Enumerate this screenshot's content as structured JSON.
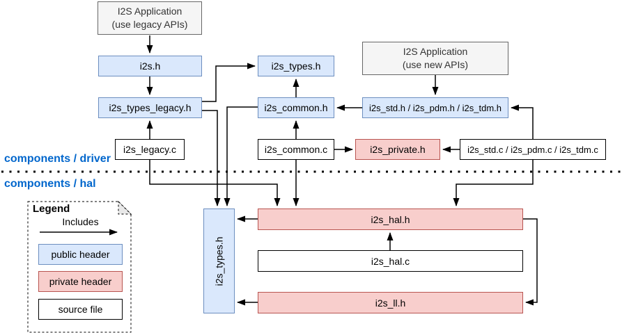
{
  "diagram": {
    "sections": {
      "driver_label": "components / driver",
      "hal_label": "components / hal"
    },
    "nodes": {
      "app_legacy": {
        "line1": "I2S Application",
        "line2": "(use legacy APIs)",
        "type": "application"
      },
      "i2s_h": {
        "label": "i2s.h",
        "type": "public header"
      },
      "i2s_types_legacy_h": {
        "label": "i2s_types_legacy.h",
        "type": "public header"
      },
      "i2s_legacy_c": {
        "label": "i2s_legacy.c",
        "type": "source file"
      },
      "i2s_types_h_driver": {
        "label": "i2s_types.h",
        "type": "public header"
      },
      "i2s_common_h": {
        "label": "i2s_common.h",
        "type": "public header"
      },
      "i2s_common_c": {
        "label": "i2s_common.c",
        "type": "source file"
      },
      "app_new": {
        "line1": "I2S Application",
        "line2": "(use new APIs)",
        "type": "application"
      },
      "i2s_std_pdm_tdm_h": {
        "label": "i2s_std.h / i2s_pdm.h / i2s_tdm.h",
        "type": "public header"
      },
      "i2s_private_h": {
        "label": "i2s_private.h",
        "type": "private header"
      },
      "i2s_std_pdm_tdm_c": {
        "label": "i2s_std.c / i2s_pdm.c / i2s_tdm.c",
        "type": "source file"
      },
      "i2s_types_h_hal": {
        "label": "i2s_types.h",
        "type": "public header"
      },
      "i2s_hal_h": {
        "label": "i2s_hal.h",
        "type": "private header"
      },
      "i2s_hal_c": {
        "label": "i2s_hal.c",
        "type": "source file"
      },
      "i2s_ll_h": {
        "label": "i2s_ll.h",
        "type": "private header"
      }
    },
    "edges": [
      {
        "from": "app_legacy",
        "to": "i2s_h"
      },
      {
        "from": "i2s_h",
        "to": "i2s_types_legacy_h"
      },
      {
        "from": "i2s_legacy_c",
        "to": "i2s_types_legacy_h"
      },
      {
        "from": "i2s_types_legacy_h",
        "to": "i2s_types_h_driver"
      },
      {
        "from": "i2s_common_h",
        "to": "i2s_types_h_driver"
      },
      {
        "from": "app_new",
        "to": "i2s_std_pdm_tdm_h"
      },
      {
        "from": "i2s_std_pdm_tdm_h",
        "to": "i2s_common_h"
      },
      {
        "from": "i2s_common_c",
        "to": "i2s_common_h"
      },
      {
        "from": "i2s_common_c",
        "to": "i2s_private_h"
      },
      {
        "from": "i2s_std_pdm_tdm_c",
        "to": "i2s_private_h"
      },
      {
        "from": "i2s_std_pdm_tdm_c",
        "to": "i2s_std_pdm_tdm_h"
      },
      {
        "from": "i2s_types_legacy_h",
        "to": "i2s_types_h_hal"
      },
      {
        "from": "i2s_common_h",
        "to": "i2s_types_h_hal"
      },
      {
        "from": "i2s_legacy_c",
        "to": "i2s_hal_h"
      },
      {
        "from": "i2s_common_c",
        "to": "i2s_hal_h"
      },
      {
        "from": "i2s_std_pdm_tdm_c",
        "to": "i2s_hal_h"
      },
      {
        "from": "i2s_hal_h",
        "to": "i2s_types_h_hal"
      },
      {
        "from": "i2s_hal_c",
        "to": "i2s_hal_h"
      },
      {
        "from": "i2s_ll_h",
        "to": "i2s_types_h_hal"
      },
      {
        "from": "i2s_hal_h",
        "to": "i2s_ll_h"
      }
    ],
    "legend": {
      "title": "Legend",
      "includes_label": "Includes",
      "items": {
        "public_header": "public header",
        "private_header": "private header",
        "source_file": "source file"
      }
    },
    "colors": {
      "public_header_fill": "#dae8fc",
      "public_header_stroke": "#6c8ebf",
      "private_header_fill": "#f8cecc",
      "private_header_stroke": "#b85450",
      "source_fill": "#ffffff",
      "source_stroke": "#000000",
      "app_fill": "#f5f5f5",
      "app_stroke": "#666666",
      "section_label_color": "#0066cc"
    }
  }
}
